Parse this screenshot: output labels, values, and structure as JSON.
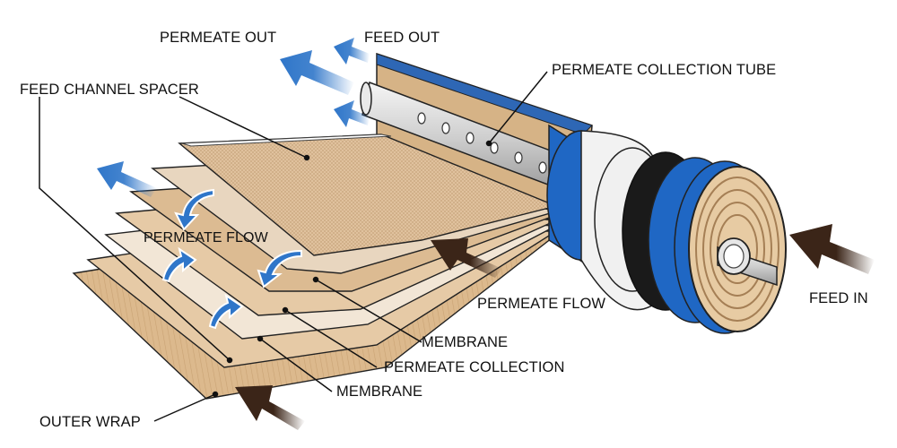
{
  "labels": {
    "permeate_out": "PERMEATE OUT",
    "feed_out": "FEED OUT",
    "permeate_collection_tube": "PERMEATE COLLECTION TUBE",
    "feed_channel_spacer": "FEED CHANNEL SPACER",
    "permeate_flow_sheet": "PERMEATE FLOW",
    "permeate_flow": "PERMEATE FLOW",
    "feed_in": "FEED IN",
    "membrane_top": "MEMBRANE",
    "permeate_collection": "PERMEATE COLLECTION",
    "membrane_bottom": "MEMBRANE",
    "outer_wrap": "OUTER WRAP"
  },
  "colors": {
    "sheet_tan": "#e3c49b",
    "sheet_tan_dark": "#c9a57a",
    "spacer_white": "#f4f4f4",
    "band_blue": "#1f67c4",
    "band_white": "#f2f2f2",
    "band_black": "#1a1a1a",
    "tube_metal": "#d8d8d8",
    "arrow_blue": "#2f76c9",
    "arrow_brown": "#3b2518"
  }
}
